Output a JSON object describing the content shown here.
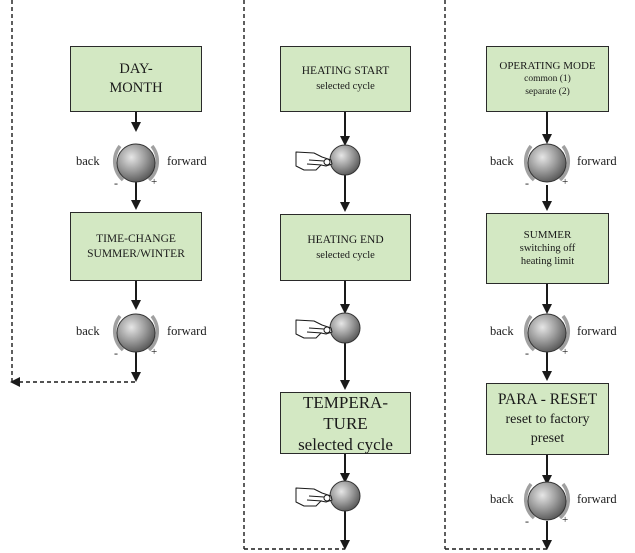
{
  "colors": {
    "box_fill": "#d3e8c3",
    "line": "#1a1a1a",
    "knob": "#8a8a8a"
  },
  "left_column": {
    "box1": {
      "line1": "DAY-",
      "line2": "MONTH"
    },
    "knob1": {
      "back": "back",
      "forward": "forward",
      "minus": "-",
      "plus": "+"
    },
    "box2": {
      "line1": "TIME-CHANGE",
      "line2": "SUMMER/WINTER"
    },
    "knob2": {
      "back": "back",
      "forward": "forward",
      "minus": "-",
      "plus": "+"
    }
  },
  "middle_column": {
    "box1": {
      "line1": "HEATING START",
      "line2": "selected cycle"
    },
    "box2": {
      "line1": "HEATING END",
      "line2": "selected cycle"
    },
    "box3": {
      "line1": "TEMPERA-",
      "line2": "TURE",
      "line3": "selected cycle"
    }
  },
  "right_column": {
    "box1": {
      "line1": "OPERATING MODE",
      "line2": "common (1)",
      "line3": "separate (2)"
    },
    "knob1": {
      "back": "back",
      "forward": "forward",
      "minus": "-",
      "plus": "+"
    },
    "box2": {
      "line1": "SUMMER",
      "line2": "switching off",
      "line3": "heating limit"
    },
    "knob2": {
      "back": "back",
      "forward": "forward",
      "minus": "-",
      "plus": "+"
    },
    "box3": {
      "line1": "PARA - RESET",
      "line2": "reset to factory",
      "line3": "preset"
    },
    "knob3": {
      "back": "back",
      "forward": "forward",
      "minus": "-",
      "plus": "+"
    }
  }
}
